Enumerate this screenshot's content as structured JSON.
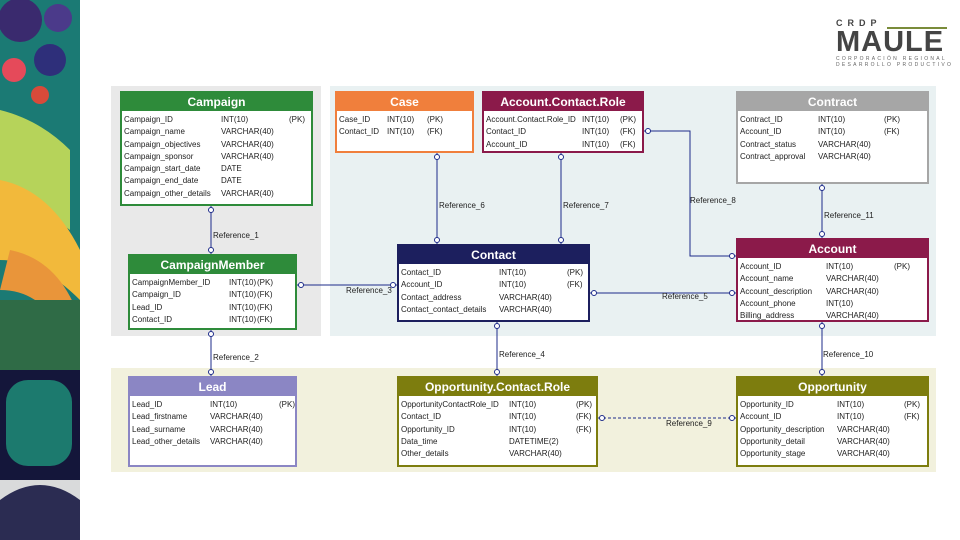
{
  "logo": {
    "top": "CRDP",
    "name": "MAULE",
    "line1": "CORPORACIÓN REGIONAL",
    "line2": "DESARROLLO PRODUCTIVO"
  },
  "colors": {
    "green": "#2e8b3a",
    "orange": "#f07f3c",
    "maroon": "#8b1a4a",
    "navy": "#1c1f5e",
    "gray": "#a6a6a6",
    "lavender": "#8b86c4",
    "olive": "#7d7d0e"
  },
  "entities": {
    "campaign": {
      "title": "Campaign",
      "rows": [
        [
          "Campaign_ID",
          "INT(10)",
          "(PK)"
        ],
        [
          "Campaign_name",
          "VARCHAR(40)",
          ""
        ],
        [
          "Campaign_objectives",
          "VARCHAR(40)",
          ""
        ],
        [
          "Campaign_sponsor",
          "VARCHAR(40)",
          ""
        ],
        [
          "Campaign_start_date",
          "DATE",
          ""
        ],
        [
          "Campaign_end_date",
          "DATE",
          ""
        ],
        [
          "Campaign_other_details",
          "VARCHAR(40)",
          ""
        ]
      ]
    },
    "case": {
      "title": "Case",
      "rows": [
        [
          "Case_ID",
          "INT(10)",
          "(PK)"
        ],
        [
          "Contact_ID",
          "INT(10)",
          "(FK)"
        ]
      ]
    },
    "acr": {
      "title": "Account.Contact.Role",
      "rows": [
        [
          "Account.Contact.Role_ID",
          "INT(10)",
          "(PK)"
        ],
        [
          "Contact_ID",
          "INT(10)",
          "(FK)"
        ],
        [
          "Account_ID",
          "INT(10)",
          "(FK)"
        ]
      ]
    },
    "contract": {
      "title": "Contract",
      "rows": [
        [
          "Contract_ID",
          "INT(10)",
          "(PK)"
        ],
        [
          "Account_ID",
          "INT(10)",
          "(FK)"
        ],
        [
          "Contract_status",
          "VARCHAR(40)",
          ""
        ],
        [
          "Contract_approval",
          "VARCHAR(40)",
          ""
        ]
      ]
    },
    "member": {
      "title": "CampaignMember",
      "rows": [
        [
          "CampaignMember_ID",
          "INT(10)",
          "(PK)"
        ],
        [
          "Campaign_ID",
          "INT(10)",
          "(FK)"
        ],
        [
          "Lead_ID",
          "INT(10)",
          "(FK)"
        ],
        [
          "Contact_ID",
          "INT(10)",
          "(FK)"
        ]
      ]
    },
    "contact": {
      "title": "Contact",
      "rows": [
        [
          "Contact_ID",
          "INT(10)",
          "(PK)"
        ],
        [
          "Account_ID",
          "INT(10)",
          "(FK)"
        ],
        [
          "Contact_address",
          "VARCHAR(40)",
          ""
        ],
        [
          "Contact_contact_details",
          "VARCHAR(40)",
          ""
        ]
      ]
    },
    "account": {
      "title": "Account",
      "rows": [
        [
          "Account_ID",
          "INT(10)",
          "(PK)"
        ],
        [
          "Account_name",
          "VARCHAR(40)",
          ""
        ],
        [
          "Account_description",
          "VARCHAR(40)",
          ""
        ],
        [
          "Account_phone",
          "INT(10)",
          ""
        ],
        [
          "Billing_address",
          "VARCHAR(40)",
          ""
        ]
      ]
    },
    "lead": {
      "title": "Lead",
      "rows": [
        [
          "Lead_ID",
          "INT(10)",
          "(PK)"
        ],
        [
          "Lead_firstname",
          "VARCHAR(40)",
          ""
        ],
        [
          "Lead_surname",
          "VARCHAR(40)",
          ""
        ],
        [
          "Lead_other_details",
          "VARCHAR(40)",
          ""
        ]
      ]
    },
    "ocr": {
      "title": "Opportunity.Contact.Role",
      "rows": [
        [
          "OpportunityContactRole_ID",
          "INT(10)",
          "(PK)"
        ],
        [
          "Contact_ID",
          "INT(10)",
          "(FK)"
        ],
        [
          "Opportunity_ID",
          "INT(10)",
          "(FK)"
        ],
        [
          "Data_time",
          "DATETIME(2)",
          ""
        ],
        [
          "Other_details",
          "VARCHAR(40)",
          ""
        ]
      ]
    },
    "opportunity": {
      "title": "Opportunity",
      "rows": [
        [
          "Opportunity_ID",
          "INT(10)",
          "(PK)"
        ],
        [
          "Account_ID",
          "INT(10)",
          "(FK)"
        ],
        [
          "Opportunity_description",
          "VARCHAR(40)",
          ""
        ],
        [
          "Opportunity_detail",
          "VARCHAR(40)",
          ""
        ],
        [
          "Opportunity_stage",
          "VARCHAR(40)",
          ""
        ]
      ]
    }
  },
  "references": {
    "r1": "Reference_1",
    "r2": "Reference_2",
    "r3": "Reference_3",
    "r4": "Reference_4",
    "r5": "Reference_5",
    "r6": "Reference_6",
    "r7": "Reference_7",
    "r8": "Reference_8",
    "r9": "Reference_9",
    "r10": "Reference_10",
    "r11": "Reference_11"
  }
}
